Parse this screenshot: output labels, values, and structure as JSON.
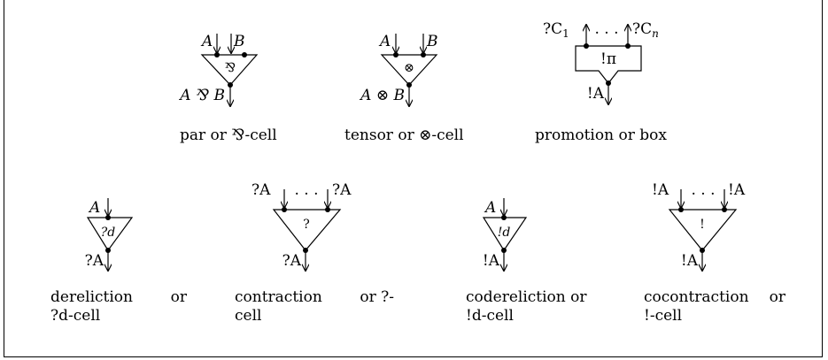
{
  "cells": {
    "par": {
      "in_left": "A",
      "in_right": "B",
      "symbol": "⅋",
      "out": "A ⅋ B",
      "caption": "par or ⅋-cell"
    },
    "tensor": {
      "in_left": "A",
      "in_right": "B",
      "symbol": "⊗",
      "out": "A ⊗ B",
      "caption": "tensor or ⊗-cell"
    },
    "promotion": {
      "in_left": "?C",
      "in_left_sub": "1",
      "dots": ". . .",
      "in_right": "?C",
      "in_right_sub": "n",
      "symbol": "!π",
      "out": "!A",
      "caption": "promotion or box"
    },
    "dereliction": {
      "in": "A",
      "symbol": "?d",
      "out": "?A",
      "caption_l1a": "dereliction",
      "caption_l1b": "or",
      "caption_l2": "?d-cell"
    },
    "contraction": {
      "in_left": "?A",
      "dots": ". . .",
      "in_right": "?A",
      "symbol": "?",
      "out": "?A",
      "caption_l1a": "contraction",
      "caption_l1b": "or ?-",
      "caption_l2": "cell"
    },
    "codereliction": {
      "in": "A",
      "symbol": "!d",
      "out": "!A",
      "caption_l1a": "codereliction or",
      "caption_l2": "!d-cell"
    },
    "cocontraction": {
      "in_left": "!A",
      "dots": ". . .",
      "in_right": "!A",
      "symbol": "!",
      "out": "!A",
      "caption_l1a": "cocontraction",
      "caption_l1b": "or",
      "caption_l2": "!-cell"
    }
  }
}
